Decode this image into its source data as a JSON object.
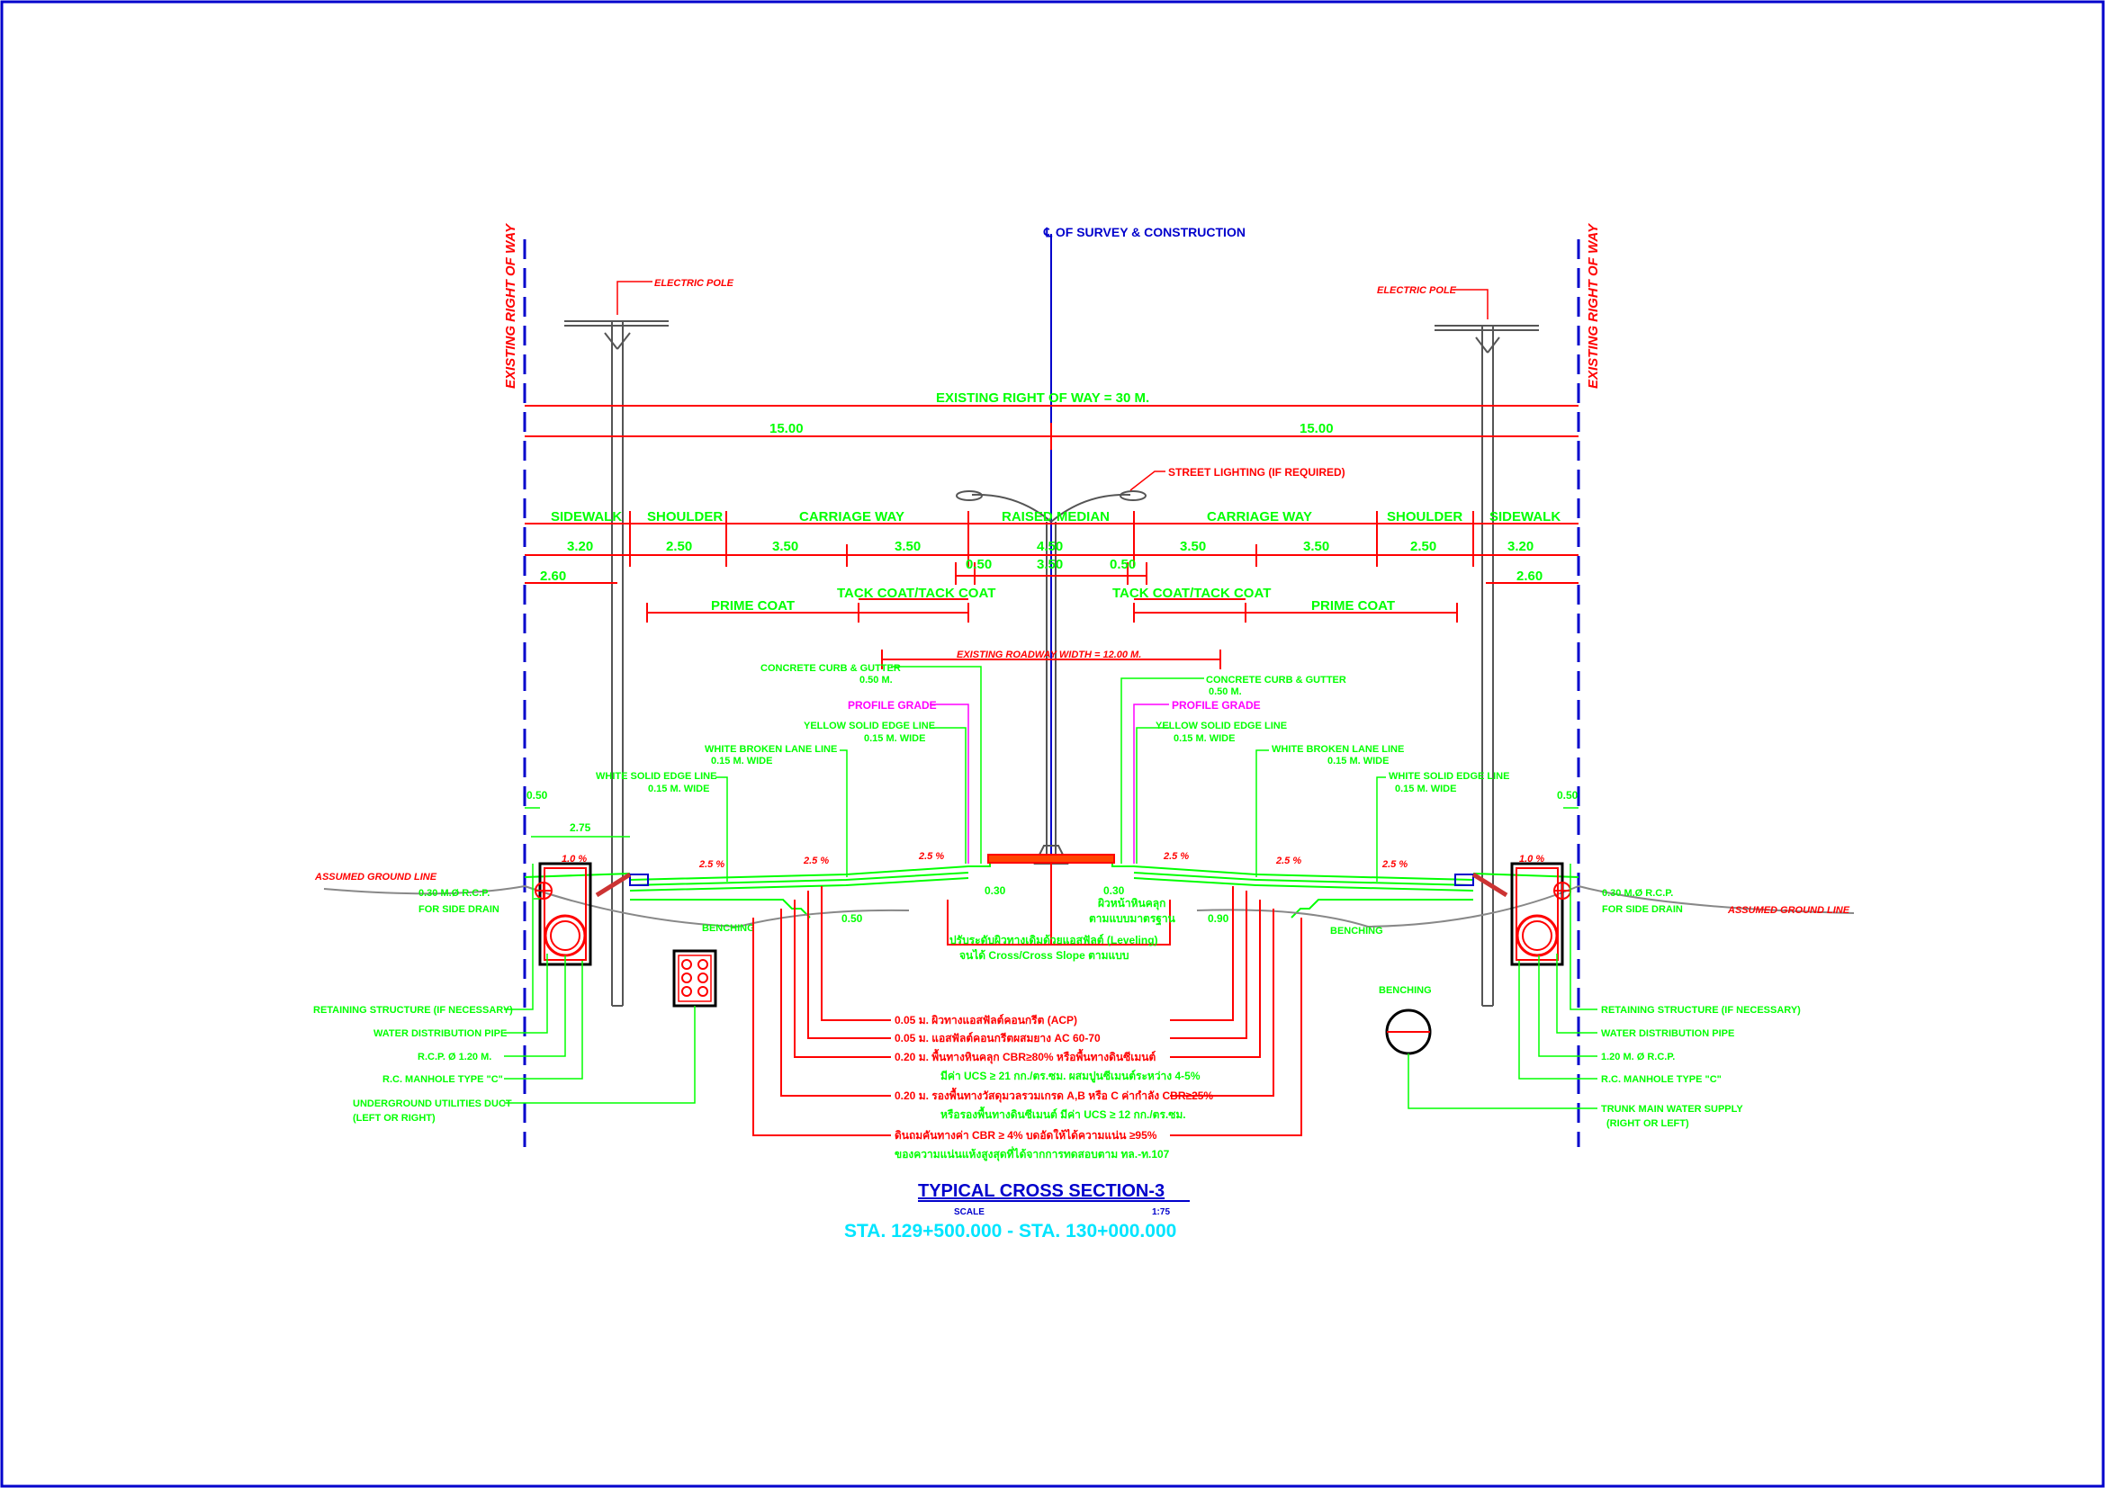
{
  "header": {
    "centerline": "℄ OF SURVEY & CONSTRUCTION",
    "row_left": "EXISTING RIGHT OF WAY",
    "row_right": "EXISTING RIGHT OF WAY",
    "row_width": "EXISTING RIGHT OF WAY = 30 M.",
    "half_left": "15.00",
    "half_right": "15.00"
  },
  "labels": {
    "electric_pole_left": "ELECTRIC POLE",
    "electric_pole_right": "ELECTRIC POLE",
    "street_lighting": "STREET LIGHTING (IF REQUIRED)",
    "existing_roadway": "EXISTING ROADWAY WIDTH = 12.00 M.",
    "prime_coat_left": "PRIME COAT",
    "prime_coat_right": "PRIME COAT",
    "tack_coat_left": "TACK COAT/TACK COAT",
    "tack_coat_right": "TACK COAT/TACK COAT",
    "curb_left": "CONCRETE CURB & GUTTER",
    "curb_left_dim": "0.50 M.",
    "curb_right": "CONCRETE CURB & GUTTER",
    "curb_right_dim": "0.50 M.",
    "profile_left": "PROFILE GRADE",
    "profile_right": "PROFILE GRADE",
    "yellow_left": "YELLOW SOLID EDGE LINE",
    "yellow_left_w": "0.15 M. WIDE",
    "yellow_right": "YELLOW SOLID EDGE LINE",
    "yellow_right_w": "0.15 M. WIDE",
    "broken_left": "WHITE BROKEN LANE LINE",
    "broken_left_w": "0.15 M. WIDE",
    "broken_right": "WHITE BROKEN LANE LINE",
    "broken_right_w": "0.15 M. WIDE",
    "white_left": "WHITE SOLID EDGE LINE",
    "white_left_w": "0.15 M. WIDE",
    "white_right": "WHITE SOLID EDGE LINE",
    "white_right_w": "0.15 M. WIDE",
    "ground_left": "ASSUMED GROUND LINE",
    "ground_right": "ASSUMED GROUND LINE",
    "rcp_left": "0.30 M.Ø R.C.P.",
    "rcp_left2": "FOR SIDE DRAIN",
    "rcp_right": "0.30 M.Ø R.C.P.",
    "rcp_right2": "FOR SIDE DRAIN",
    "benching_left": "BENCHING",
    "benching_right": "BENCHING",
    "benching_bottom": "BENCHING",
    "median_note1": "ผิวหน้าหินคลุก",
    "median_note2": "ตามแบบมาตรฐาน",
    "leveling1": "ปรับระดับผิวทางเดิมด้วยแอสฟัลต์ (Leveling)",
    "leveling2": "จนได้ Cross/Cross Slope ตามแบบ",
    "dim_030_l": "0.30",
    "dim_030_r": "0.30",
    "dim_050": "0.50",
    "dim_090": "0.90",
    "dim_050_top_l": "0.50",
    "dim_050_top_r": "0.50",
    "dim_275": "2.75",
    "slope_1": "1.0 %",
    "slope_2": "2.5 %",
    "slope_3": "2.5 %",
    "slope_4": "2.5 %",
    "slope_5": "2.5 %",
    "slope_6": "2.5 %",
    "slope_7": "2.5 %",
    "slope_8": "1.0 %"
  },
  "segments": {
    "names": [
      "SIDEWALK",
      "SHOULDER",
      "CARRIAGE WAY",
      "RAISED MEDIAN",
      "CARRIAGE WAY",
      "SHOULDER",
      "SIDEWALK"
    ],
    "dims": [
      "3.20",
      "2.50",
      "3.50",
      "3.50",
      "4.50",
      "3.50",
      "3.50",
      "2.50",
      "3.20"
    ],
    "median_sub": [
      "0.50",
      "3.50",
      "0.50"
    ],
    "walk_left": "2.60",
    "walk_right": "2.60"
  },
  "layers": {
    "l1": "0.05 ม. ผิวทางแอสฟัลต์คอนกรีต (ACP)",
    "l2": "0.05 ม. แอสฟัลต์คอนกรีตผสมยาง AC 60-70",
    "l3": "0.20 ม. พื้นทางหินคลุก CBR≥80% หรือพื้นทางดินซีเมนต์",
    "l3b": "มีค่า UCS ≥ 21 กก./ตร.ซม. ผสมปูนซีเมนต์ระหว่าง 4-5%",
    "l4": "0.20 ม. รองพื้นทางวัสดุมวลรวมเกรด A,B หรือ C ค่ากำลัง CBR≥25%",
    "l4b": "หรือรองพื้นทางดินซีเมนต์ มีค่า UCS ≥ 12 กก./ตร.ซม.",
    "l5": "ดินถมคันทางค่า CBR ≥ 4% บดอัดให้ได้ความแน่น ≥95%",
    "l5b": "ของความแน่นแห้งสูงสุดที่ได้จากการทดสอบตาม ทล.-ท.107"
  },
  "left_notes": {
    "n1": "RETAINING STRUCTURE (IF NECESSARY)",
    "n2": "WATER DISTRIBUTION PIPE",
    "n3": "R.C.P. Ø 1.20 M.",
    "n4": "R.C. MANHOLE TYPE \"C\"",
    "n5": "UNDERGROUND UTILITIES DUCT",
    "n6": "(LEFT OR RIGHT)"
  },
  "right_notes": {
    "n1": "RETAINING STRUCTURE (IF NECESSARY)",
    "n2": "WATER DISTRIBUTION PIPE",
    "n3": "1.20 M. Ø R.C.P.",
    "n4": "R.C. MANHOLE TYPE \"C\"",
    "n5": "TRUNK MAIN WATER SUPPLY",
    "n6": "(RIGHT OR LEFT)"
  },
  "title": {
    "main": "TYPICAL CROSS SECTION-3",
    "scale_label": "SCALE",
    "scale_value": "1:75",
    "station": "STA. 129+500.000 - STA. 130+000.000"
  },
  "colors": {
    "border": "#0000cc",
    "dim": "#ff0000",
    "text": "#00ff00",
    "grade": "#ff00ff",
    "title": "#00e5ff"
  }
}
